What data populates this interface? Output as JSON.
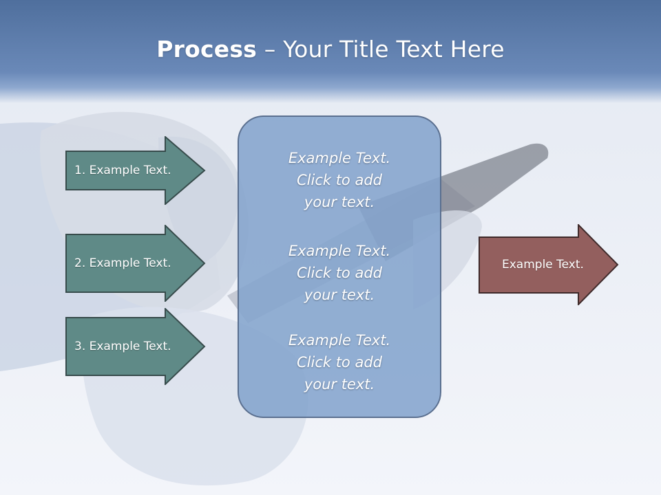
{
  "slide": {
    "title_bold": "Process",
    "title_rest": " – Your Title Text Here"
  },
  "colors": {
    "header": "#5c7cac",
    "input_arrow_fill": "#5f8a87",
    "output_arrow_fill": "#935f5e",
    "center_box_fill": "#84a4cd",
    "outline": "#374b4b"
  },
  "inputs": [
    {
      "label": "1. Example Text."
    },
    {
      "label": "2. Example Text."
    },
    {
      "label": "3. Example Text."
    }
  ],
  "center_box": {
    "blocks": [
      {
        "line1": "Example Text.",
        "line2": "Click  to add",
        "line3": "your text."
      },
      {
        "line1": "Example Text.",
        "line2": "Click  to add",
        "line3": "your text."
      },
      {
        "line1": "Example Text.",
        "line2": "Click  to add",
        "line3": "your text."
      }
    ]
  },
  "output": {
    "label": "Example Text."
  }
}
